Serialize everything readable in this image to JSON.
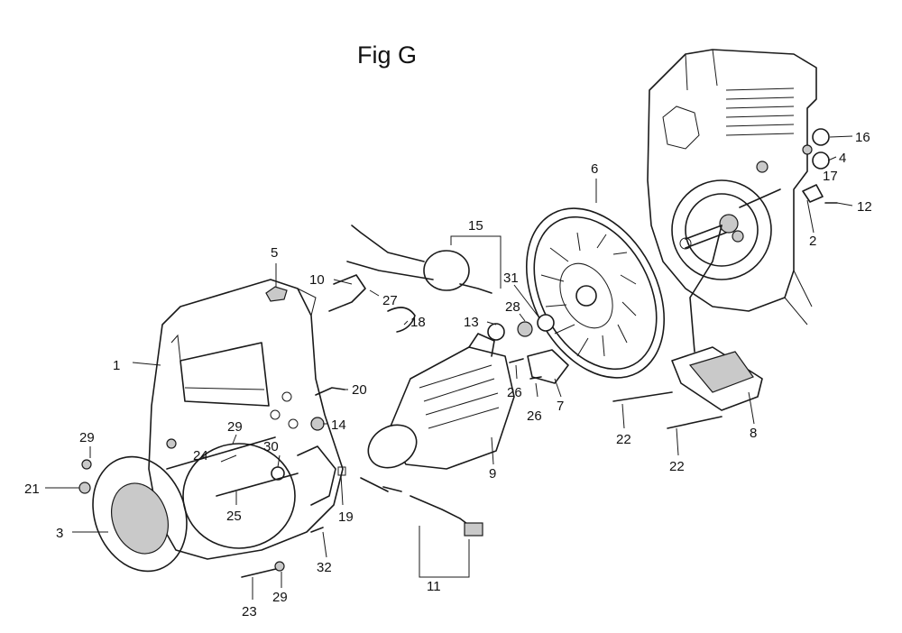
{
  "title": "Fig G",
  "callouts": {
    "c1": "1",
    "c2": "2",
    "c3": "3",
    "c4": "4",
    "c5": "5",
    "c6": "6",
    "c7": "7",
    "c8": "8",
    "c9": "9",
    "c10": "10",
    "c11": "11",
    "c12": "12",
    "c13": "13",
    "c14": "14",
    "c15": "15",
    "c16": "16",
    "c17": "17",
    "c18": "18",
    "c19": "19",
    "c20": "20",
    "c21": "21",
    "c22a": "22",
    "c22b": "22",
    "c23": "23",
    "c24": "24",
    "c25": "25",
    "c26a": "26",
    "c26b": "26",
    "c27": "27",
    "c28": "28",
    "c29a": "29",
    "c29b": "29",
    "c29c": "29",
    "c30": "30",
    "c31": "31",
    "c32": "32"
  }
}
